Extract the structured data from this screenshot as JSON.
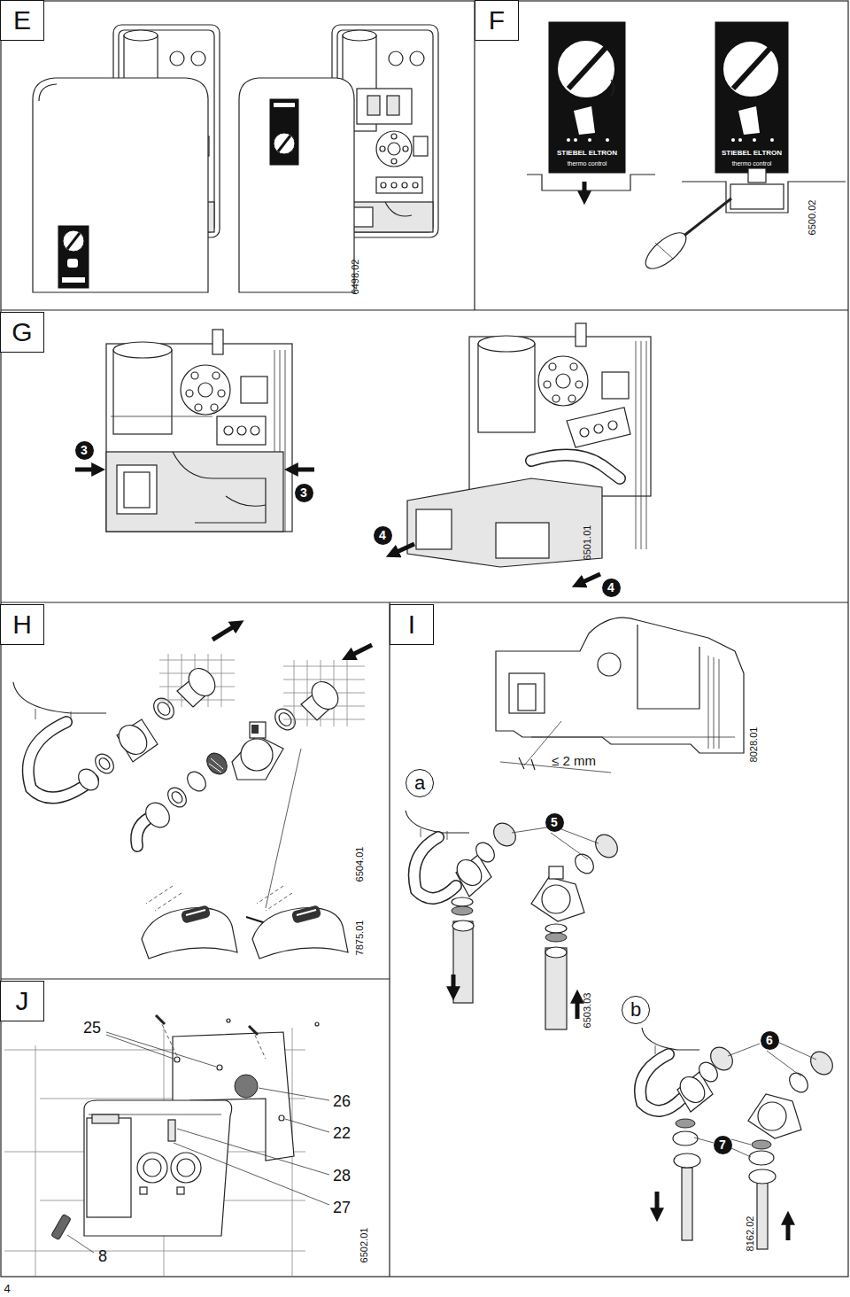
{
  "diagram": {
    "nodes": [
      {
        "text": [
          "E"
        ]
      },
      {
        "text": [
          "F"
        ]
      },
      {
        "text": [
          "G"
        ]
      },
      {
        "text": [
          "3"
        ]
      },
      {
        "text": [
          "3"
        ]
      },
      {
        "text": [
          "4"
        ]
      },
      {
        "text": [
          "4"
        ]
      },
      {
        "text": [
          "H"
        ]
      },
      {
        "text": [
          "I"
        ]
      },
      {
        "text": [
          "a"
        ]
      },
      {
        "text": [
          "5"
        ]
      },
      {
        "text": [
          "J"
        ]
      },
      {
        "text": [
          "b"
        ]
      },
      {
        "text": [
          "6"
        ]
      },
      {
        "text": [
          "7"
        ]
      }
    ],
    "labels": [
      "6498.02",
      "STIEBEL ELTRON",
      "thermo control",
      "STIEBEL ELTRON",
      "thermo control",
      "6500.02",
      "6501.01",
      "6504.01",
      "7875.01",
      "≤ 2 mm",
      "8028.01",
      "6503.03",
      "25",
      "26",
      "22",
      "28",
      "27",
      "8",
      "6502.01",
      "8162.02",
      "4"
    ]
  }
}
